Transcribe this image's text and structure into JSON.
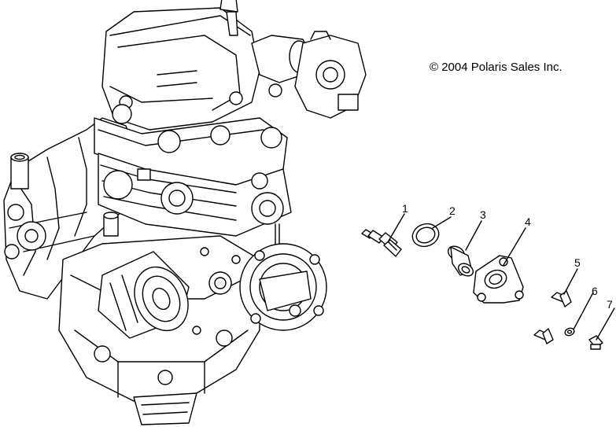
{
  "copyright": "© 2004 Polaris Sales Inc.",
  "callouts": [
    {
      "label": "1",
      "part": "temperature-sensor"
    },
    {
      "label": "2",
      "part": "o-ring"
    },
    {
      "label": "3",
      "part": "thermostat"
    },
    {
      "label": "4",
      "part": "thermostat-housing"
    },
    {
      "label": "5",
      "part": "bolt"
    },
    {
      "label": "6",
      "part": "washer"
    },
    {
      "label": "7",
      "part": "screw"
    }
  ]
}
